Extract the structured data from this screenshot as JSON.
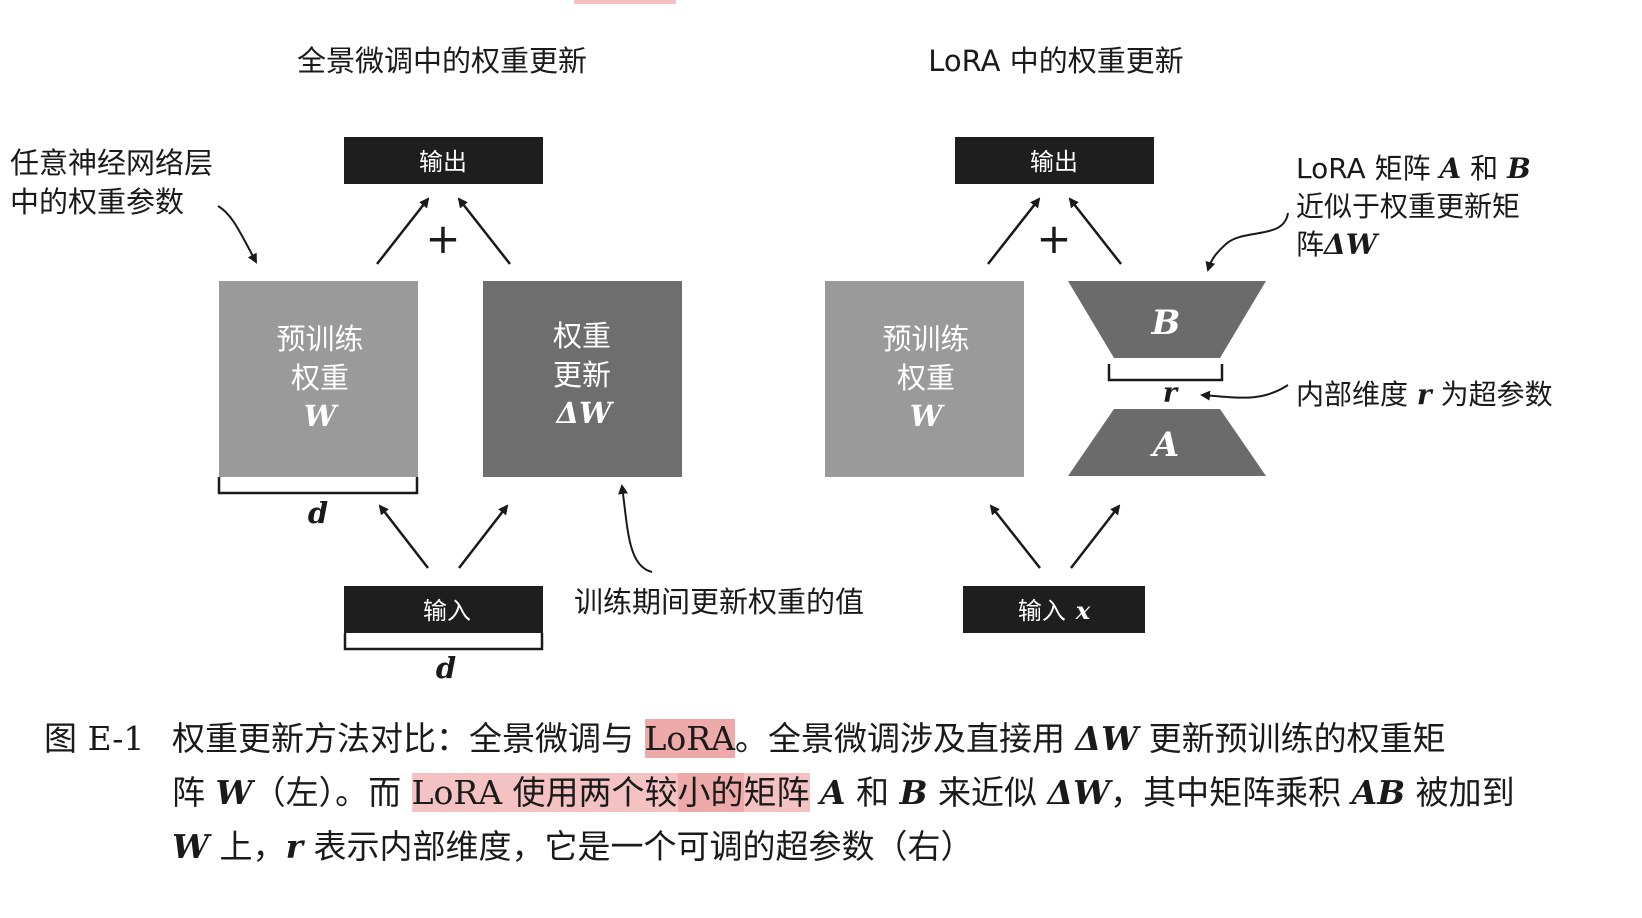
{
  "left": {
    "title": "全景微调中的权重更新",
    "output_label": "输出",
    "input_label": "输入",
    "plus": "+",
    "pretrained_block": {
      "line1": "预训练",
      "line2": "权重",
      "symbol": "W"
    },
    "update_block": {
      "line1": "权重",
      "line2": "更新",
      "symbol": "ΔW"
    },
    "dim_label_block": "d",
    "dim_label_input": "d",
    "annotation_weights": {
      "line1": "任意神经网络层",
      "line2": "中的权重参数"
    },
    "annotation_update": "训练期间更新权重的值"
  },
  "right": {
    "title": "LoRA 中的权重更新",
    "output_label": "输出",
    "input_label": "输入",
    "input_symbol": "x",
    "plus": "+",
    "pretrained_block": {
      "line1": "预训练",
      "line2": "权重",
      "symbol": "W"
    },
    "matrix_b": "B",
    "matrix_a": "A",
    "rank_label": "r",
    "annotation_lora": {
      "line1_prefix": "LoRA 矩阵 ",
      "line1_a": "A",
      "line1_mid": " 和 ",
      "line1_b": "B",
      "line2": "近似于权重更新矩",
      "line3_prefix": "阵",
      "line3_symbol": "ΔW"
    },
    "annotation_rank": {
      "prefix": "内部维度 ",
      "symbol": "r",
      "suffix": " 为超参数"
    }
  },
  "caption": {
    "label": "图 E-1",
    "l1_a": "权重更新方法对比：全景微调与 ",
    "l1_hl": "LoRA",
    "l1_b": "。全景微调涉及直接用 ",
    "l1_sym": "ΔW",
    "l1_c": " 更新预训练的权重矩",
    "l2_a": "阵 ",
    "l2_sym1": "W",
    "l2_b": "（左）。而 ",
    "l2_hl1": "LoRA 使用两个较",
    "l2_hl2": "小的",
    "l2_hl3": "矩阵",
    "l2_c": " ",
    "l2_sym2": "A",
    "l2_d": " 和 ",
    "l2_sym3": "B",
    "l2_e": " 来近似 ",
    "l2_sym4": "ΔW",
    "l2_f": "，其中矩阵乘积 ",
    "l2_sym5": "AB",
    "l2_g": " 被加到",
    "l3_sym1": "W",
    "l3_a": " 上，",
    "l3_sym2": "r",
    "l3_b": " 表示内部维度，它是一个可调的超参数（右）"
  },
  "colors": {
    "dark_box": "#1e1e1e",
    "light_block": "#9a9a9a",
    "mid_block": "#6e6e6e",
    "trapezoid": "#6b6b6b",
    "highlight": "#f4c2c2"
  }
}
